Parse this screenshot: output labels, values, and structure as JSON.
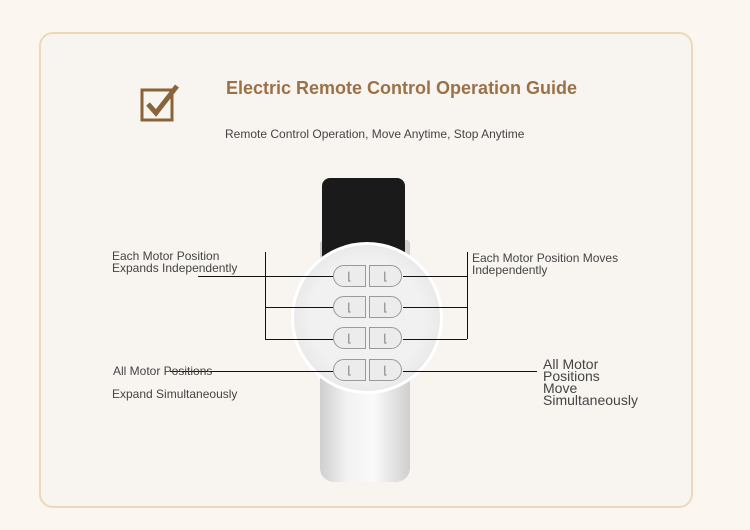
{
  "header": {
    "title": "Electric Remote Control Operation Guide",
    "subtitle": "Remote Control Operation, Move Anytime, Stop Anytime",
    "icon": "checkbox-checked-icon"
  },
  "labels": {
    "top_left": [
      "Each Motor Position",
      "Expands Independently"
    ],
    "top_right": [
      "Each Motor Position Moves",
      "Independently"
    ],
    "bottom_left": [
      "All Motor Positions",
      "Expand Simultaneously"
    ],
    "bottom_right": [
      "All Motor",
      "Positions",
      "Move",
      "Simultaneously"
    ]
  },
  "colors": {
    "accent": "#9a7148",
    "border": "#ecd9b8"
  }
}
